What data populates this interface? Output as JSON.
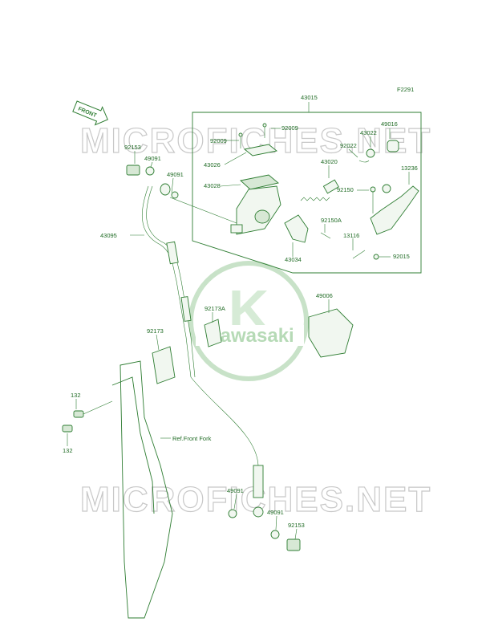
{
  "figure_code": "F2291",
  "front_arrow_label": "FRONT",
  "watermark_text": "MICROFICHES.NET",
  "logo_letter": "K",
  "logo_text": "Kawasaki",
  "reference_note": "Ref.Front Fork",
  "parts": {
    "p43015": "43015",
    "p92009_a": "92009",
    "p92009_b": "92009",
    "p49016": "49016",
    "p43022": "43022",
    "p92022": "92022",
    "p43026": "43026",
    "p43020": "43020",
    "p13236": "13236",
    "p43028": "43028",
    "p92150": "92150",
    "p92150A": "92150A",
    "p13116": "13116",
    "p43034": "43034",
    "p92015": "92015",
    "p92153_top": "92153",
    "p49091_top": "49091",
    "p49091_mid": "49091",
    "p43095": "43095",
    "p49006": "49006",
    "p92173A": "92173A",
    "p92173": "92173",
    "p132_top": "132",
    "p132_bottom": "132",
    "p49091_low_a": "49091",
    "p49091_low_b": "49091",
    "p92153_bottom": "92153"
  },
  "colors": {
    "line": "#2e7d32",
    "text": "#1f6b24",
    "watermark": "#c8c8c8"
  }
}
